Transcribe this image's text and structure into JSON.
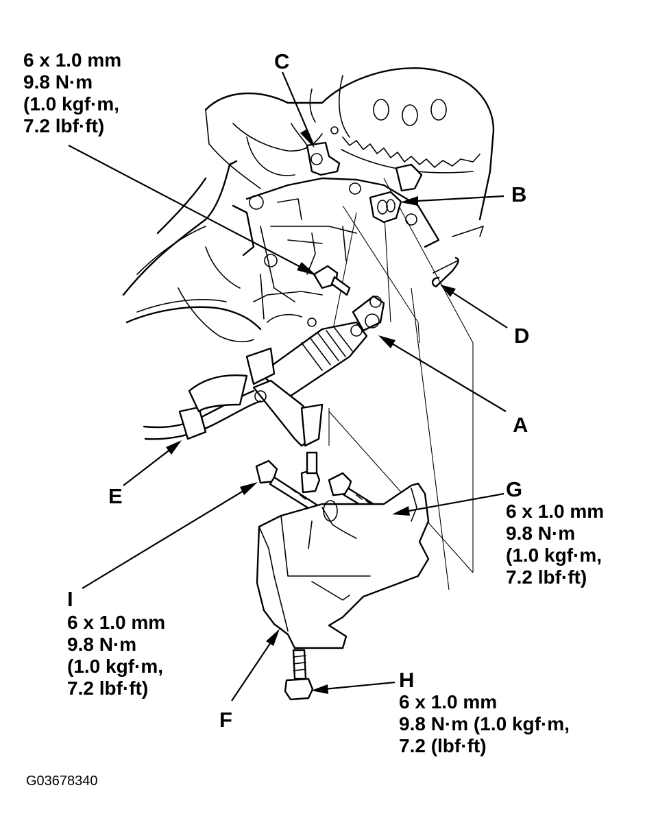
{
  "callouts": {
    "A": "A",
    "B": "B",
    "C": "C",
    "D": "D",
    "E": "E",
    "F": "F",
    "G": "G",
    "H": "H",
    "I": "I"
  },
  "specs": {
    "top_left": [
      "6 x 1.0 mm",
      "9.8 N·m",
      "(1.0 kgf·m,",
      "7.2 lbf·ft)"
    ],
    "G": [
      "6 x 1.0 mm",
      "9.8 N·m",
      "(1.0 kgf·m,",
      "7.2 lbf·ft)"
    ],
    "I": [
      "6 x 1.0 mm",
      "9.8 N·m",
      "(1.0 kgf·m,",
      "7.2 lbf·ft)"
    ],
    "H": [
      "6 x 1.0 mm",
      "9.8 N·m (1.0 kgf·m,",
      "7.2 (lbf·ft)"
    ]
  },
  "figure_id": "G03678340"
}
